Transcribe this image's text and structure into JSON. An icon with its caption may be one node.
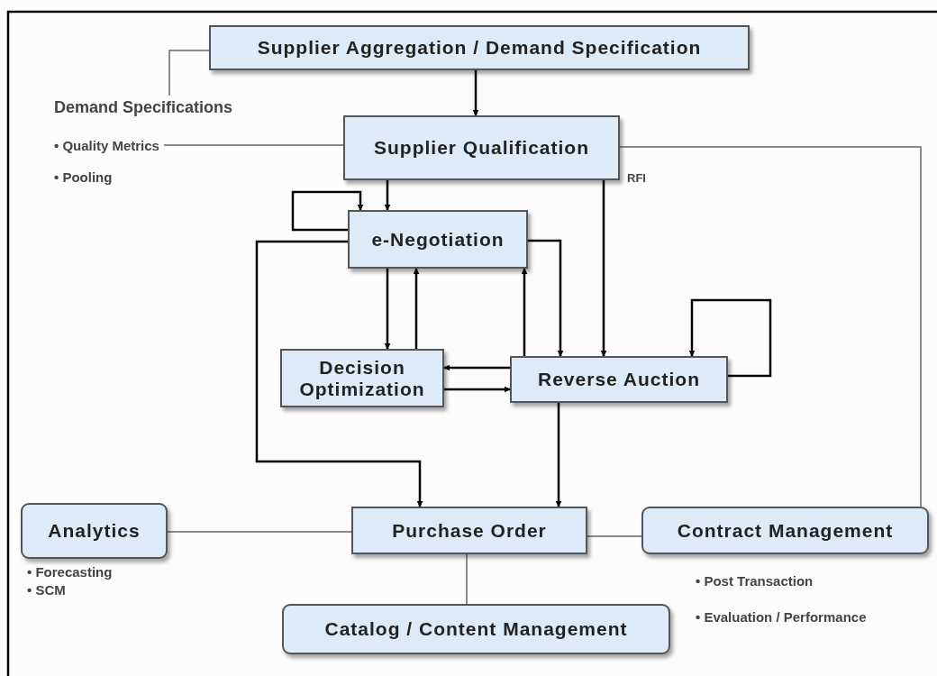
{
  "diagram": {
    "nodes": [
      {
        "text": [
          "Supplier Aggregation / Demand Specification"
        ]
      },
      {
        "text": [
          "Demand Specifications"
        ]
      },
      {
        "text": [
          "• Quality Metrics"
        ]
      },
      {
        "text": [
          "Supplier Qualification"
        ]
      },
      {
        "text": [
          "e-Negotiation"
        ]
      },
      {
        "text": [
          "Decision Optimization"
        ]
      },
      {
        "text": [
          "Reverse Auction"
        ]
      },
      {
        "text": [
          "Purchase Order"
        ]
      },
      {
        "text": [
          "Analytics"
        ],
        "beside": [
          "• Forecasting",
          "• SCM"
        ]
      },
      {
        "text": [
          "Contract Management"
        ],
        "beside": [
          "• Post Transaction",
          "• Evaluation / Performance"
        ]
      },
      {
        "text": [
          "Catalog / Content Management"
        ]
      }
    ],
    "edges": [
      {
        "from": 0,
        "to": 3,
        "arrow": "to"
      },
      {
        "from": 0,
        "to": 1,
        "arrow": "none",
        "color": "#666666"
      },
      {
        "from": 2,
        "to": 3,
        "arrow": "none",
        "color": "#666666"
      },
      {
        "from": 3,
        "to": 4,
        "arrow": "to"
      },
      {
        "from": 4,
        "to": 4,
        "arrow": "to"
      },
      {
        "from": 3,
        "to": 6,
        "arrow": "to",
        "label": "RFI"
      },
      {
        "from": 4,
        "to": 6,
        "arrow": "to"
      },
      {
        "from": 4,
        "to": 5,
        "arrow": "to"
      },
      {
        "from": 5,
        "to": 4,
        "arrow": "to"
      },
      {
        "from": 6,
        "to": 4,
        "arrow": "to"
      },
      {
        "from": 6,
        "to": 5,
        "arrow": "to"
      },
      {
        "from": 5,
        "to": 6,
        "arrow": "to"
      },
      {
        "from": 6,
        "to": 6,
        "arrow": "to"
      },
      {
        "from": 4,
        "to": 7,
        "arrow": "to"
      },
      {
        "from": 6,
        "to": 7,
        "arrow": "to"
      },
      {
        "from": 8,
        "to": 7,
        "arrow": "none",
        "color": "#666666"
      },
      {
        "from": 7,
        "to": 9,
        "arrow": "none",
        "color": "#666666"
      },
      {
        "from": 7,
        "to": 10,
        "arrow": "none",
        "color": "#666666"
      },
      {
        "from": 3,
        "to": 9,
        "arrow": "none",
        "color": "#666666"
      }
    ],
    "labels": [
      "• Pooling"
    ]
  }
}
